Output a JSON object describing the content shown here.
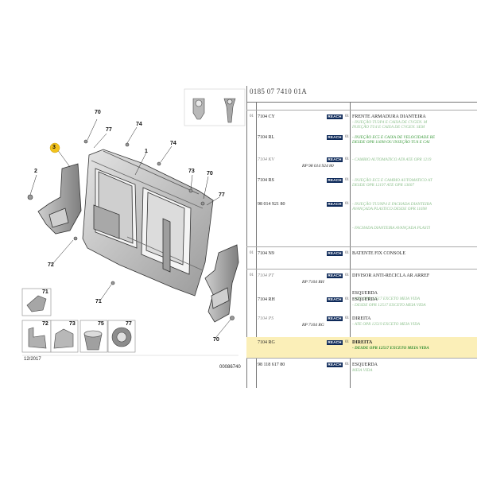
{
  "diagram": {
    "callouts": [
      "70",
      "77",
      "74",
      "3",
      "1",
      "74",
      "2",
      "73",
      "70",
      "77",
      "72",
      "71",
      "70"
    ],
    "inset_labels": [
      "71",
      "72",
      "73",
      "75",
      "77"
    ],
    "date": "12/2017",
    "drawing_number": "00086740"
  },
  "panel": {
    "title": "0185 07 7410 01A",
    "rows": [
      {
        "level": "01",
        "ref": "7104 CY",
        "ref_muted": false,
        "pn": "",
        "reach": "REACH",
        "qty": "01",
        "desc": "FRENTE ARMADURA DIANTEIRA",
        "notes": [
          "- INJEÇÃO TU3P4 E CAIXA DE CVGEN. M",
          "INJEÇÃO TU4 E CAIXA DE CVGEN. SEM"
        ],
        "notes_dim": true
      },
      {
        "level": "",
        "ref": "7104 RL",
        "ref_muted": false,
        "pn": "",
        "reach": "REACH",
        "qty": "01",
        "desc": "",
        "notes": [
          "- INJEÇÃO EC5 E CAIXA DE VELOCIDADE RE",
          "DESDE OPR 11698 OU INJEÇÃO TU4 E CAI"
        ],
        "notes_dim": false
      },
      {
        "level": "",
        "ref": "7104 KV",
        "ref_muted": true,
        "pn": "RP 98 014 924 80",
        "reach": "REACH",
        "qty": "01",
        "desc": "",
        "notes": [
          "- CAMBIO AUTOMATICO AT8 ATE OPR 1219"
        ],
        "notes_dim": true
      },
      {
        "level": "",
        "ref": "7104 RS",
        "ref_muted": false,
        "pn": "",
        "reach": "REACH",
        "qty": "01",
        "desc": "",
        "notes": [
          "- INJEÇÃO EC5 E CAMBIO AUTOMATICO AT",
          "DESDE OPR 12197 ATE OPR 13607"
        ],
        "notes_dim": true
      },
      {
        "level": "",
        "ref": "98 014 921 80",
        "ref_muted": false,
        "pn": "",
        "reach": "REACH",
        "qty": "01",
        "desc": "",
        "notes": [
          "- INJEÇÃO TU3NP4 E FACHADA DIANTEIRA",
          "AVANÇADA PLASTICO DESDE OPR 11698"
        ],
        "notes_dim": true
      },
      {
        "level": "",
        "ref": "",
        "ref_muted": false,
        "pn": "",
        "reach": "",
        "qty": "",
        "desc": "",
        "notes": [
          "- FACHADA DIANTEIRA AVANÇADA PLASTI"
        ],
        "notes_dim": true
      },
      {
        "level": "01",
        "ref": "7104 N9",
        "ref_muted": false,
        "pn": "",
        "reach": "REACH",
        "qty": "01",
        "desc": "BATENTE FIX CONSOLE",
        "notes": [],
        "notes_dim": false
      },
      {
        "level": "01",
        "ref": "7104 PT",
        "ref_muted": true,
        "pn": "RP 7104 RH",
        "reach": "REACH",
        "qty": "01",
        "desc": "DIVISOR ANTI-RECICLA AR ARREF",
        "notes": [],
        "notes_dim": false
      },
      {
        "level": "",
        "ref": "",
        "ref_muted": false,
        "pn": "",
        "reach": "",
        "qty": "",
        "desc": "ESQUERDA",
        "notes": [
          "- ATE OPR 12517 EXCETO MEIA VIDA"
        ],
        "notes_dim": true
      },
      {
        "level": "",
        "ref": "7104 RH",
        "ref_muted": false,
        "pn": "",
        "reach": "REACH",
        "qty": "01",
        "desc": "ESQUERDA",
        "notes": [
          "- DESDE OPR 12517 EXCETO MEIA VIDA"
        ],
        "notes_dim": true
      },
      {
        "level": "",
        "ref": "7104 PS",
        "ref_muted": true,
        "pn": "RP 7104 RG",
        "reach": "REACH",
        "qty": "01",
        "desc": "DIREITA",
        "notes": [
          "- ATE OPR 12519 EXCETO MEIA VIDA"
        ],
        "notes_dim": true
      },
      {
        "level": "",
        "ref": "7104 RG",
        "ref_muted": false,
        "pn": "",
        "reach": "REACH",
        "qty": "01",
        "desc": "DIREITA",
        "notes": [
          "- DESDE OPR 12517 EXCETO MEIA VIDA"
        ],
        "notes_dim": false,
        "highlight": true
      },
      {
        "level": "",
        "ref": "98 118 617 80",
        "ref_muted": false,
        "pn": "",
        "reach": "REACH",
        "qty": "01",
        "desc": "ESQUERDA",
        "notes": [
          "MEIA VIDA"
        ],
        "notes_dim": true
      }
    ]
  },
  "colors": {
    "reach_bg": "#0e2a5a",
    "note_green": "#3a9a3a",
    "highlight": "#fbefb8"
  }
}
